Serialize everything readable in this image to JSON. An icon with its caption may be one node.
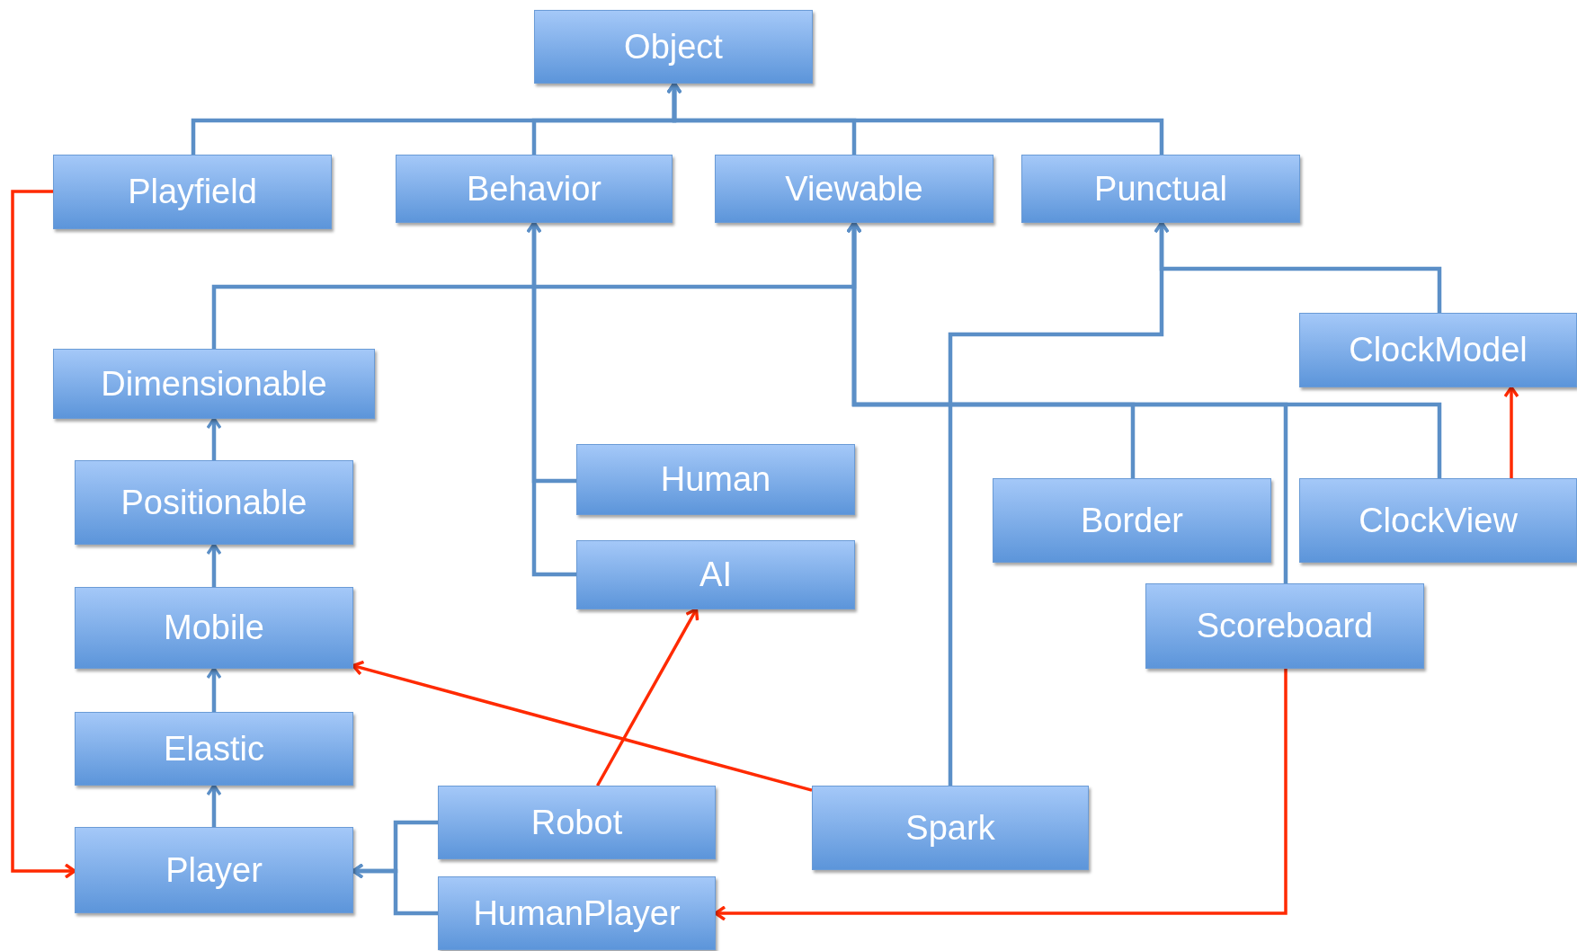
{
  "diagram": {
    "nodes": [
      {
        "text": [
          "Object"
        ]
      },
      {
        "text": [
          "Playfield"
        ]
      },
      {
        "text": [
          "Behavior"
        ]
      },
      {
        "text": [
          "Viewable"
        ]
      },
      {
        "text": [
          "Punctual"
        ]
      },
      {
        "text": [
          "ClockModel"
        ]
      },
      {
        "text": [
          "Dimensionable"
        ]
      },
      {
        "text": [
          "Positionable"
        ]
      },
      {
        "text": [
          "Human"
        ]
      },
      {
        "text": [
          "AI"
        ]
      },
      {
        "text": [
          "Border"
        ]
      },
      {
        "text": [
          "ClockView"
        ]
      },
      {
        "text": [
          "Mobile"
        ]
      },
      {
        "text": [
          "Scoreboard"
        ]
      },
      {
        "text": [
          "Elastic"
        ]
      },
      {
        "text": [
          "Robot"
        ]
      },
      {
        "text": [
          "Spark"
        ]
      },
      {
        "text": [
          "Player"
        ]
      },
      {
        "text": [
          "HumanPlayer"
        ]
      }
    ],
    "edges": [
      {
        "from": 1,
        "to": 0,
        "arrow": "to"
      },
      {
        "from": 2,
        "to": 0,
        "arrow": "to"
      },
      {
        "from": 3,
        "to": 0,
        "arrow": "to"
      },
      {
        "from": 4,
        "to": 0,
        "arrow": "to"
      },
      {
        "from": 6,
        "to": 3,
        "arrow": "to"
      },
      {
        "from": 8,
        "to": 2,
        "arrow": "to"
      },
      {
        "from": 9,
        "to": 2,
        "arrow": "to"
      },
      {
        "from": 10,
        "to": 3,
        "arrow": "to"
      },
      {
        "from": 11,
        "to": 3,
        "arrow": "to"
      },
      {
        "from": 13,
        "to": 3,
        "arrow": "to"
      },
      {
        "from": 16,
        "to": 4,
        "arrow": "to"
      },
      {
        "from": 5,
        "to": 4,
        "arrow": "to"
      },
      {
        "from": 7,
        "to": 6,
        "arrow": "to"
      },
      {
        "from": 12,
        "to": 7,
        "arrow": "to"
      },
      {
        "from": 14,
        "to": 12,
        "arrow": "to"
      },
      {
        "from": 17,
        "to": 14,
        "arrow": "to"
      },
      {
        "from": 15,
        "to": 17,
        "arrow": "to"
      },
      {
        "from": 18,
        "to": 17,
        "arrow": "to"
      },
      {
        "from": 1,
        "to": 17,
        "arrow": "to",
        "color": "#ff2a00"
      },
      {
        "from": 15,
        "to": 9,
        "arrow": "to",
        "color": "#ff2a00"
      },
      {
        "from": 16,
        "to": 12,
        "arrow": "to",
        "color": "#ff2a00"
      },
      {
        "from": 13,
        "to": 18,
        "arrow": "to",
        "color": "#ff2a00"
      },
      {
        "from": 11,
        "to": 5,
        "arrow": "to",
        "color": "#ff2a00"
      }
    ]
  }
}
